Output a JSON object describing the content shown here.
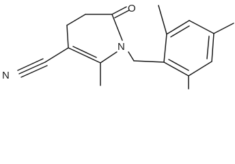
{
  "molecule": {
    "atoms": {
      "oxygen": "O",
      "nitrogen_ring": "N",
      "nitrogen_nitrile": "N"
    },
    "colors": {
      "bond": "#1a1a1a",
      "label": "#1a1a1a",
      "background": "#ffffff"
    }
  }
}
